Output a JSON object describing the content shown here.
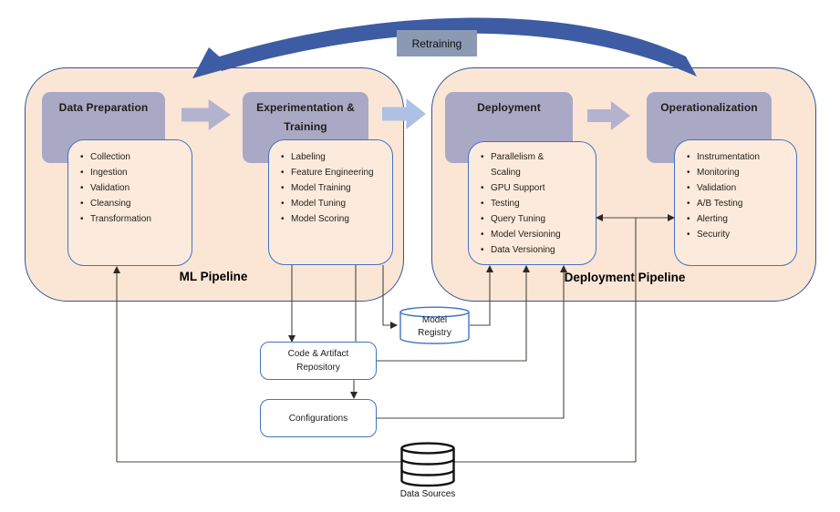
{
  "diagram": {
    "retraining": "Retraining",
    "pipelines": [
      {
        "label": "ML Pipeline",
        "stages": [
          {
            "title": "Data Preparation",
            "items": [
              "Collection",
              "Ingestion",
              "Validation",
              "Cleansing",
              "Transformation"
            ]
          },
          {
            "title": "Experimentation & Training",
            "items": [
              "Labeling",
              "Feature Engineering",
              "Model Training",
              "Model Tuning",
              "Model Scoring"
            ]
          }
        ]
      },
      {
        "label": "Deployment Pipeline",
        "stages": [
          {
            "title": "Deployment",
            "items": [
              "Parallelism &\nScaling",
              "GPU Support",
              "Testing",
              "Query Tuning",
              "Model Versioning",
              "Data Versioning"
            ]
          },
          {
            "title": "Operationalization",
            "items": [
              "Instrumentation",
              "Monitoring",
              "Validation",
              "A/B Testing",
              "Alerting",
              "Security"
            ]
          }
        ]
      }
    ],
    "artifacts": {
      "model_registry": "Model Registry",
      "code_repository": "Code & Artifact Repository",
      "configurations": "Configurations",
      "data_sources": "Data Sources"
    },
    "colors": {
      "container_fill": "#fbe6d5",
      "container_border": "#2e5496",
      "header_fill": "#a9a9c6",
      "list_border": "#4472c4",
      "stage_arrow_gray": "#b3b3d0",
      "stage_arrow_blue": "#aec0e4",
      "retraining_fill": "#8c99b2",
      "retraining_curve": "#3d5ca3",
      "connector_line": "#4d463e"
    }
  }
}
